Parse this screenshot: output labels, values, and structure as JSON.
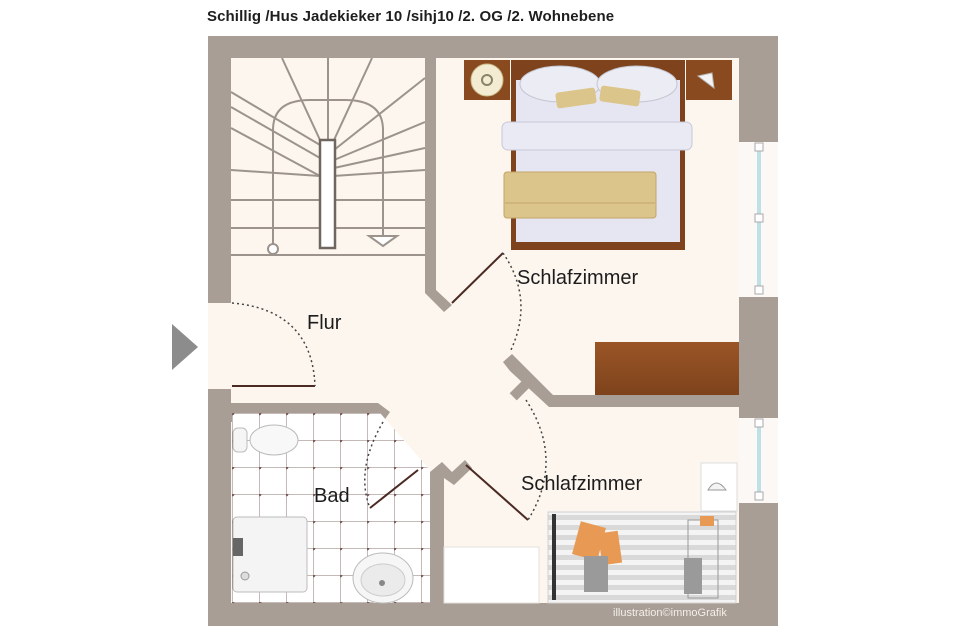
{
  "header": {
    "title": "Schillig /Hus Jadekieker 10 /sihj10 /2. OG /2. Wohnebene"
  },
  "rooms": [
    {
      "id": "flur",
      "label": "Flur"
    },
    {
      "id": "schlafzimmer-1",
      "label": "Schlafzimmer"
    },
    {
      "id": "schlafzimmer-2",
      "label": "Schlafzimmer"
    },
    {
      "id": "bad",
      "label": "Bad"
    }
  ],
  "entry": {
    "icon": "entry-arrow-icon"
  },
  "credit": "illustration©immoGrafik",
  "colors": {
    "wall": "#a89e95",
    "floor": "#fcf6ef",
    "tile": "#ffffff",
    "tile_grout": "#8a7770",
    "wood": "#8a4a1f",
    "bedding": "#e6e6f2",
    "blanket": "#dcc58a",
    "window_glass": "#bfe0e4",
    "accent_orange": "#e89a55"
  }
}
